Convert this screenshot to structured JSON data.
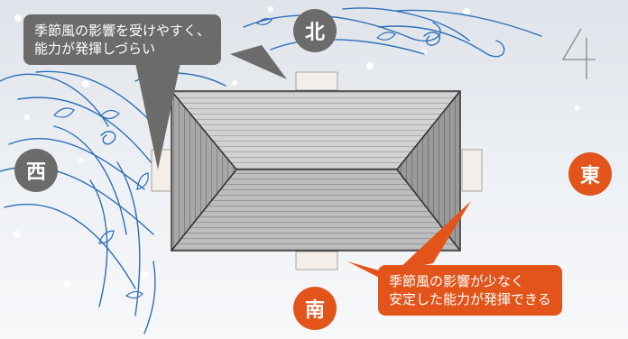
{
  "directions": {
    "north": "北",
    "south": "南",
    "east": "東",
    "west": "西"
  },
  "callouts": {
    "winter_wind": [
      "季節風の影響を受けやすく、",
      "能力が発揮しづらい"
    ],
    "south_side": [
      "季節風の影響が少なく",
      "安定した能力が発揮できる"
    ]
  },
  "page_number": "4",
  "colors": {
    "accent_orange": "#e2541a",
    "label_gray": "#6b6b6b",
    "wind_blue": "#2d6fb7"
  }
}
